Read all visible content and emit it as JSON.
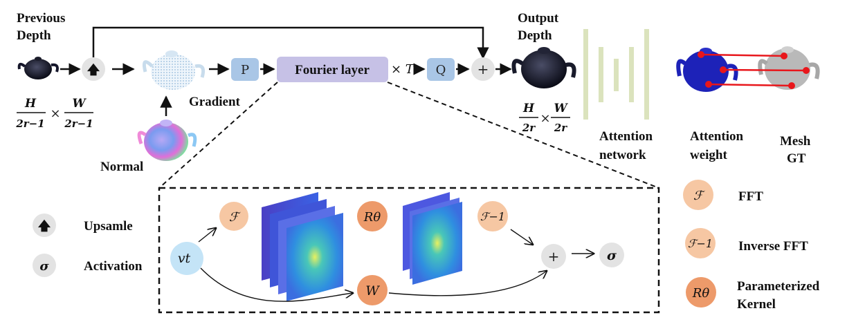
{
  "labels": {
    "previous_depth_line1": "Previous",
    "previous_depth_line2": "Depth",
    "output_depth_line1": "Output",
    "output_depth_line2": "Depth",
    "gradient": "Gradient",
    "normal": "Normal",
    "attention_network_line1": "Attention",
    "attention_network_line2": "network",
    "attention_weight_line1": "Attention",
    "attention_weight_line2": "weight",
    "mesh_gt_line1": "Mesh",
    "mesh_gt_line2": "GT"
  },
  "pipeline": {
    "p_label": "P",
    "fourier_label": "Fourier layer",
    "times_t": "× T",
    "q_label": "Q",
    "plus": "+"
  },
  "size_input": {
    "h": "H",
    "w": "W",
    "den": "2r−1",
    "times": "×"
  },
  "size_output": {
    "h": "H",
    "w": "W",
    "den": "2r",
    "times": "×"
  },
  "fourier_detail": {
    "v_label": "vt",
    "fft": "ℱ",
    "r_theta": "Rθ",
    "ifft": "ℱ−1",
    "w_label": "W",
    "plus": "+",
    "sigma": "σ"
  },
  "legend": {
    "upsample_label": "Upsamle",
    "activation_label": "Activation",
    "fft_label": "FFT",
    "inverse_fft_label": "Inverse FFT",
    "param_kernel_line1": "Parameterized",
    "param_kernel_line2": "Kernel"
  },
  "colors": {
    "p_q_box": "#a9c6e6",
    "fourier_box": "#c6c1e6",
    "circle_gray": "#e3e3e3",
    "light_orange": "#f6c7a3",
    "dark_orange": "#ed9a6a",
    "v_circle": "#c4e4f7",
    "attention_bars": "#dbe3bd",
    "match_lines": "#e8161b"
  },
  "icons": [
    "upsample-arrow-icon",
    "sigma-icon",
    "teapot-image"
  ]
}
